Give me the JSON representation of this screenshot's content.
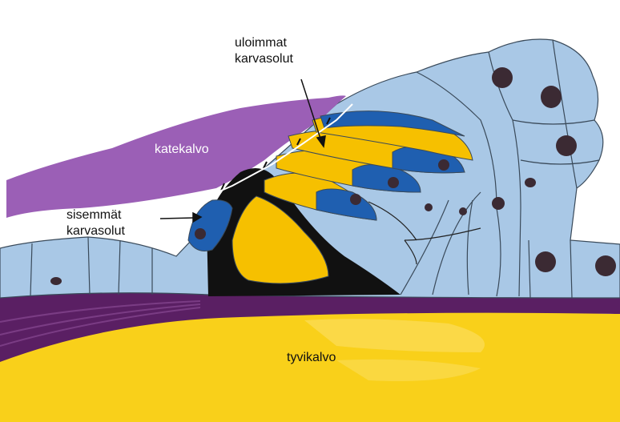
{
  "labels": {
    "outer_hair_cells": [
      "uloimmat",
      "karvasolut"
    ],
    "tectorial_membrane": "katekalvo",
    "inner_hair_cells": [
      "sisemmät",
      "karvasolut"
    ],
    "basilar_membrane": "tyvikalvo"
  },
  "colors": {
    "background": "#ffffff",
    "support_cells": "#a9c8e6",
    "cell_outline": "#3a4a5a",
    "tectorial_membrane": "#9b5fb6",
    "hair_cell_blue": "#1f5fb0",
    "hair_cell_yellow": "#f6c000",
    "tunnel_black": "#111111",
    "basilar_purple": "#5a1f63",
    "basilar_yellow": "#f9d01a",
    "nucleus": "#3b2a33"
  }
}
